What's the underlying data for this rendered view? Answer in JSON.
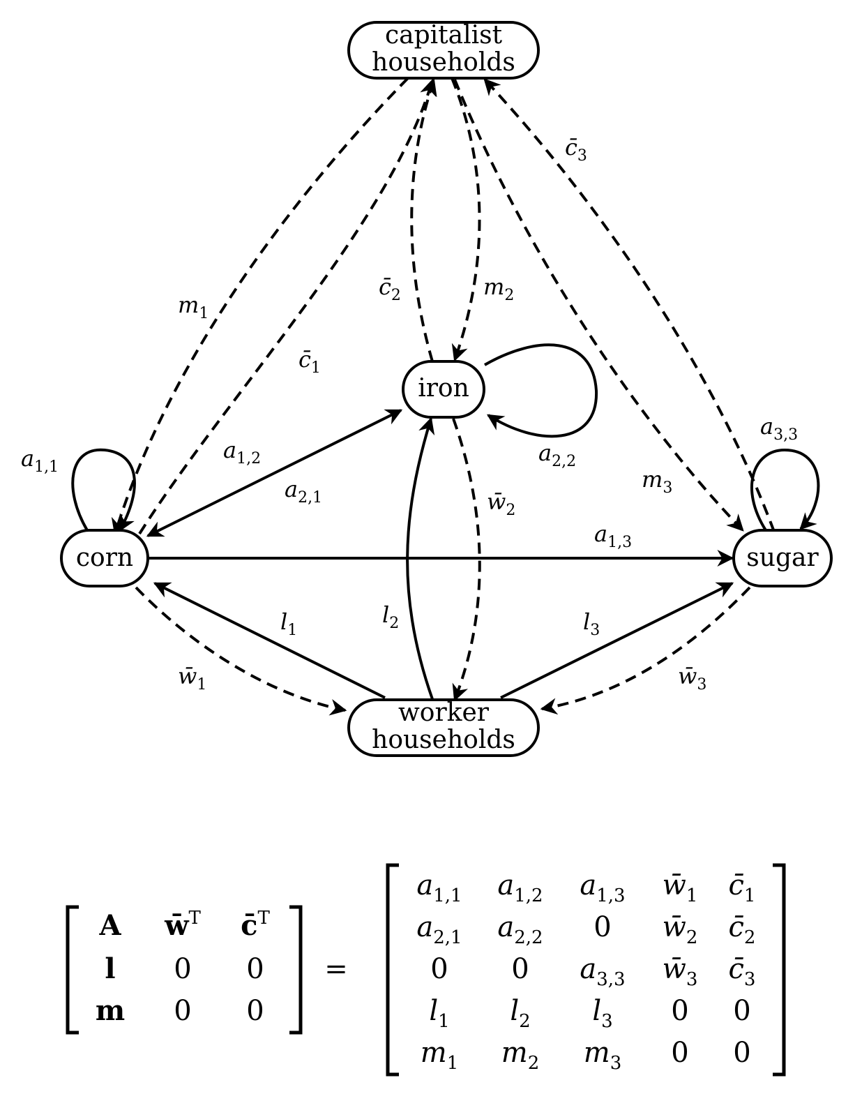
{
  "nodes": {
    "capitalist": {
      "line1": "capitalist",
      "line2": "households"
    },
    "iron": {
      "label": "iron"
    },
    "corn": {
      "label": "corn"
    },
    "sugar": {
      "label": "sugar"
    },
    "worker": {
      "line1": "worker",
      "line2": "households"
    }
  },
  "edge_labels": {
    "m1": {
      "base": "m",
      "sub": "1"
    },
    "c1": {
      "base": "c̄",
      "sub": "1"
    },
    "c2": {
      "base": "c̄",
      "sub": "2"
    },
    "m2": {
      "base": "m",
      "sub": "2"
    },
    "c3": {
      "base": "c̄",
      "sub": "3"
    },
    "m3": {
      "base": "m",
      "sub": "3"
    },
    "a11": {
      "base": "a",
      "sub": "1,1"
    },
    "a12": {
      "base": "a",
      "sub": "1,2"
    },
    "a21": {
      "base": "a",
      "sub": "2,1"
    },
    "a22": {
      "base": "a",
      "sub": "2,2"
    },
    "a33": {
      "base": "a",
      "sub": "3,3"
    },
    "a13": {
      "base": "a",
      "sub": "1,3"
    },
    "w1": {
      "base": "w̄",
      "sub": "1"
    },
    "w2": {
      "base": "w̄",
      "sub": "2"
    },
    "w3": {
      "base": "w̄",
      "sub": "3"
    },
    "l1": {
      "base": "l",
      "sub": "1"
    },
    "l2": {
      "base": "l",
      "sub": "2"
    },
    "l3": {
      "base": "l",
      "sub": "3"
    }
  },
  "edges": [
    {
      "from": "capitalist",
      "to": "corn",
      "label": "m1",
      "style": "dashed"
    },
    {
      "from": "corn",
      "to": "capitalist",
      "label": "c1",
      "style": "dashed"
    },
    {
      "from": "iron",
      "to": "capitalist",
      "label": "c2",
      "style": "dashed"
    },
    {
      "from": "capitalist",
      "to": "iron",
      "label": "m2",
      "style": "dashed"
    },
    {
      "from": "sugar",
      "to": "capitalist",
      "label": "c3",
      "style": "dashed"
    },
    {
      "from": "capitalist",
      "to": "sugar",
      "label": "m3",
      "style": "dashed"
    },
    {
      "from": "corn",
      "to": "corn",
      "label": "a11",
      "style": "solid"
    },
    {
      "from": "corn",
      "to": "iron",
      "label": "a12",
      "style": "solid"
    },
    {
      "from": "iron",
      "to": "corn",
      "label": "a21",
      "style": "solid"
    },
    {
      "from": "iron",
      "to": "iron",
      "label": "a22",
      "style": "solid"
    },
    {
      "from": "sugar",
      "to": "sugar",
      "label": "a33",
      "style": "solid"
    },
    {
      "from": "corn",
      "to": "sugar",
      "label": "a13",
      "style": "solid"
    },
    {
      "from": "corn",
      "to": "worker",
      "label": "w1",
      "style": "dashed"
    },
    {
      "from": "iron",
      "to": "worker",
      "label": "w2",
      "style": "dashed"
    },
    {
      "from": "sugar",
      "to": "worker",
      "label": "w3",
      "style": "dashed"
    },
    {
      "from": "worker",
      "to": "corn",
      "label": "l1",
      "style": "solid"
    },
    {
      "from": "worker",
      "to": "iron",
      "label": "l2",
      "style": "solid"
    },
    {
      "from": "worker",
      "to": "sugar",
      "label": "l3",
      "style": "solid"
    }
  ],
  "equation": {
    "lhs": [
      [
        {
          "t": "A",
          "bold": true
        },
        {
          "t": "w̄",
          "bold": true,
          "sup": "T"
        },
        {
          "t": "c̄",
          "bold": true,
          "sup": "T"
        }
      ],
      [
        {
          "t": "l",
          "bold": true
        },
        {
          "t": "0"
        },
        {
          "t": "0"
        }
      ],
      [
        {
          "t": "m",
          "bold": true
        },
        {
          "t": "0"
        },
        {
          "t": "0"
        }
      ]
    ],
    "equals": "=",
    "rhs": [
      [
        {
          "t": "a",
          "sub": "1,1"
        },
        {
          "t": "a",
          "sub": "1,2"
        },
        {
          "t": "a",
          "sub": "1,3"
        },
        {
          "t": "w̄",
          "sub": "1"
        },
        {
          "t": "c̄",
          "sub": "1"
        }
      ],
      [
        {
          "t": "a",
          "sub": "2,1"
        },
        {
          "t": "a",
          "sub": "2,2"
        },
        {
          "t": "0"
        },
        {
          "t": "w̄",
          "sub": "2"
        },
        {
          "t": "c̄",
          "sub": "2"
        }
      ],
      [
        {
          "t": "0"
        },
        {
          "t": "0"
        },
        {
          "t": "a",
          "sub": "3,3"
        },
        {
          "t": "w̄",
          "sub": "3"
        },
        {
          "t": "c̄",
          "sub": "3"
        }
      ],
      [
        {
          "t": "l",
          "sub": "1"
        },
        {
          "t": "l",
          "sub": "2"
        },
        {
          "t": "l",
          "sub": "3"
        },
        {
          "t": "0"
        },
        {
          "t": "0"
        }
      ],
      [
        {
          "t": "m",
          "sub": "1"
        },
        {
          "t": "m",
          "sub": "2"
        },
        {
          "t": "m",
          "sub": "3"
        },
        {
          "t": "0"
        },
        {
          "t": "0"
        }
      ]
    ]
  }
}
